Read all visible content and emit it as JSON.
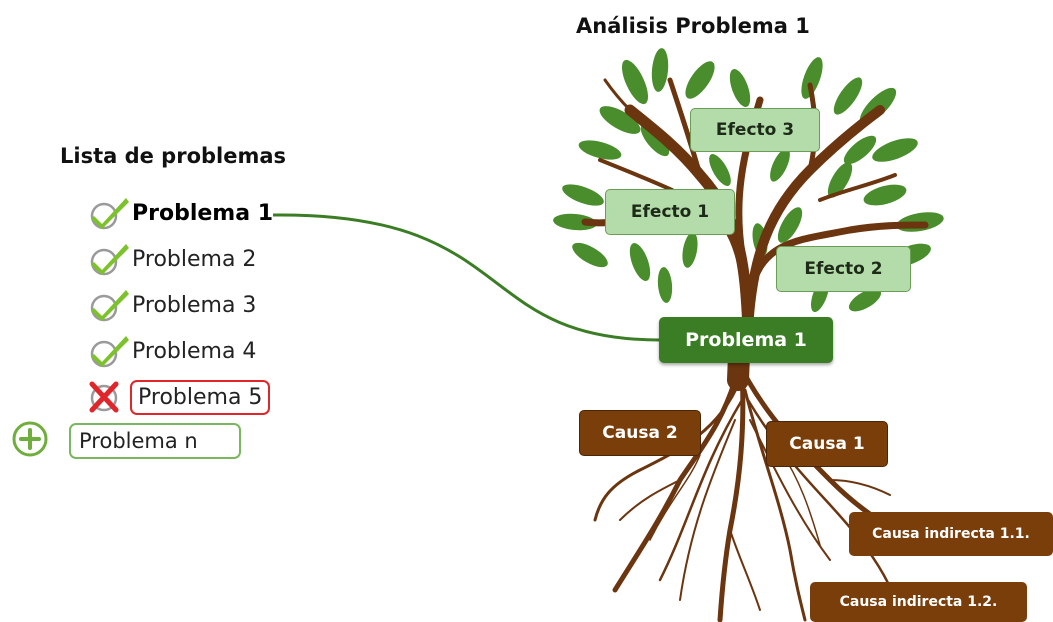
{
  "list_panel": {
    "title": "Lista de problemas",
    "problems": [
      {
        "label": "Problema 1",
        "status": "ok",
        "selected": true
      },
      {
        "label": "Problema 2",
        "status": "ok"
      },
      {
        "label": "Problema 3",
        "status": "ok"
      },
      {
        "label": "Problema 4",
        "status": "ok"
      },
      {
        "label": "Problema 5",
        "status": "error"
      }
    ],
    "add_icon": "plus-circle-icon",
    "new_problem_value": "Problema n"
  },
  "analysis": {
    "title": "Análisis Problema 1",
    "problem": "Problema 1",
    "effects": [
      "Efecto 3",
      "Efecto 1",
      "Efecto 2"
    ],
    "causes": [
      "Causa 2",
      "Causa 1"
    ],
    "indirect_causes": [
      "Causa indirecta 1.1.",
      "Causa indirecta 1.2."
    ]
  },
  "colors": {
    "check_green": "#7cc22a",
    "error_red": "#e0262b",
    "effect_fill": "#b4dcaa",
    "problem_fill": "#3a7d24",
    "cause_fill": "#7a3e0b",
    "connector": "#3a7d24"
  }
}
